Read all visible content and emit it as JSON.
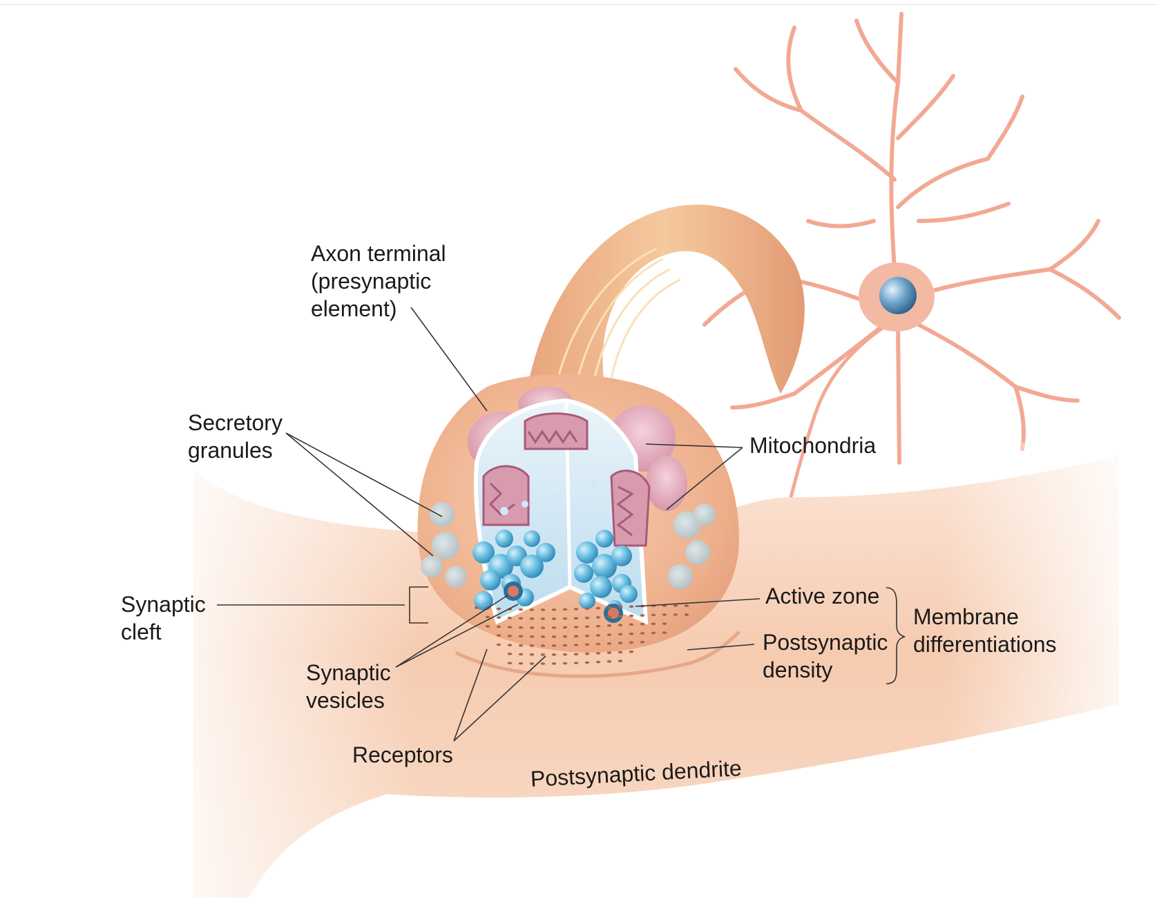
{
  "labels": {
    "axon_terminal": [
      "Axon terminal",
      "(presynaptic",
      "element)"
    ],
    "secretory_granules": [
      "Secretory",
      "granules"
    ],
    "mitochondria": "Mitochondria",
    "synaptic_cleft": [
      "Synaptic",
      "cleft"
    ],
    "active_zone": "Active zone",
    "postsynaptic_density": [
      "Postsynaptic",
      "density"
    ],
    "membrane_differentiations": [
      "Membrane",
      "differentiations"
    ],
    "synaptic_vesicles": [
      "Synaptic",
      "vesicles"
    ],
    "receptors": "Receptors",
    "postsynaptic_dendrite": "Postsynaptic dendrite"
  },
  "colors": {
    "dendrite": "#f3c2a6",
    "terminal": "#f0b893",
    "neuron": "#f0a48c",
    "nucleus": "#5d8fb4",
    "vesicle": "#5fb4d8",
    "mitochondria": "#c9849a",
    "leader_line": "#333333"
  }
}
